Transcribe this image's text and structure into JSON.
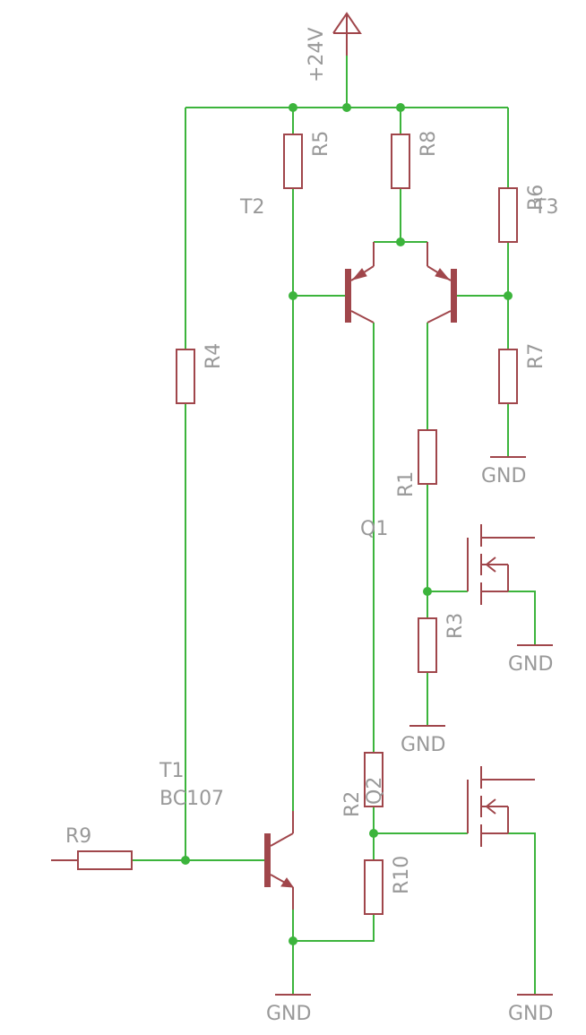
{
  "supply": {
    "label": "+24V"
  },
  "resistors": [
    {
      "id": "r5",
      "name": "R5"
    },
    {
      "id": "r8",
      "name": "R8"
    },
    {
      "id": "r6",
      "name": "R6"
    },
    {
      "id": "r4",
      "name": "R4"
    },
    {
      "id": "r7",
      "name": "R7"
    },
    {
      "id": "r1",
      "name": "R1"
    },
    {
      "id": "r3",
      "name": "R3"
    },
    {
      "id": "r2",
      "name": "R2"
    },
    {
      "id": "r10",
      "name": "R10"
    },
    {
      "id": "r9",
      "name": "R9"
    }
  ],
  "transistors": {
    "t1": {
      "name": "T1",
      "value": "BC107"
    },
    "t2": {
      "name": "T2"
    },
    "t3": {
      "name": "T3"
    }
  },
  "mosfets": {
    "q1": {
      "name": "Q1"
    },
    "q2": {
      "name": "Q2"
    }
  },
  "grounds": [
    "GND",
    "GND",
    "GND",
    "GND",
    "GND"
  ],
  "colors": {
    "wire": "#3cb43c",
    "component": "#a0464b",
    "label": "#999999",
    "junction": "#3cb43c"
  }
}
